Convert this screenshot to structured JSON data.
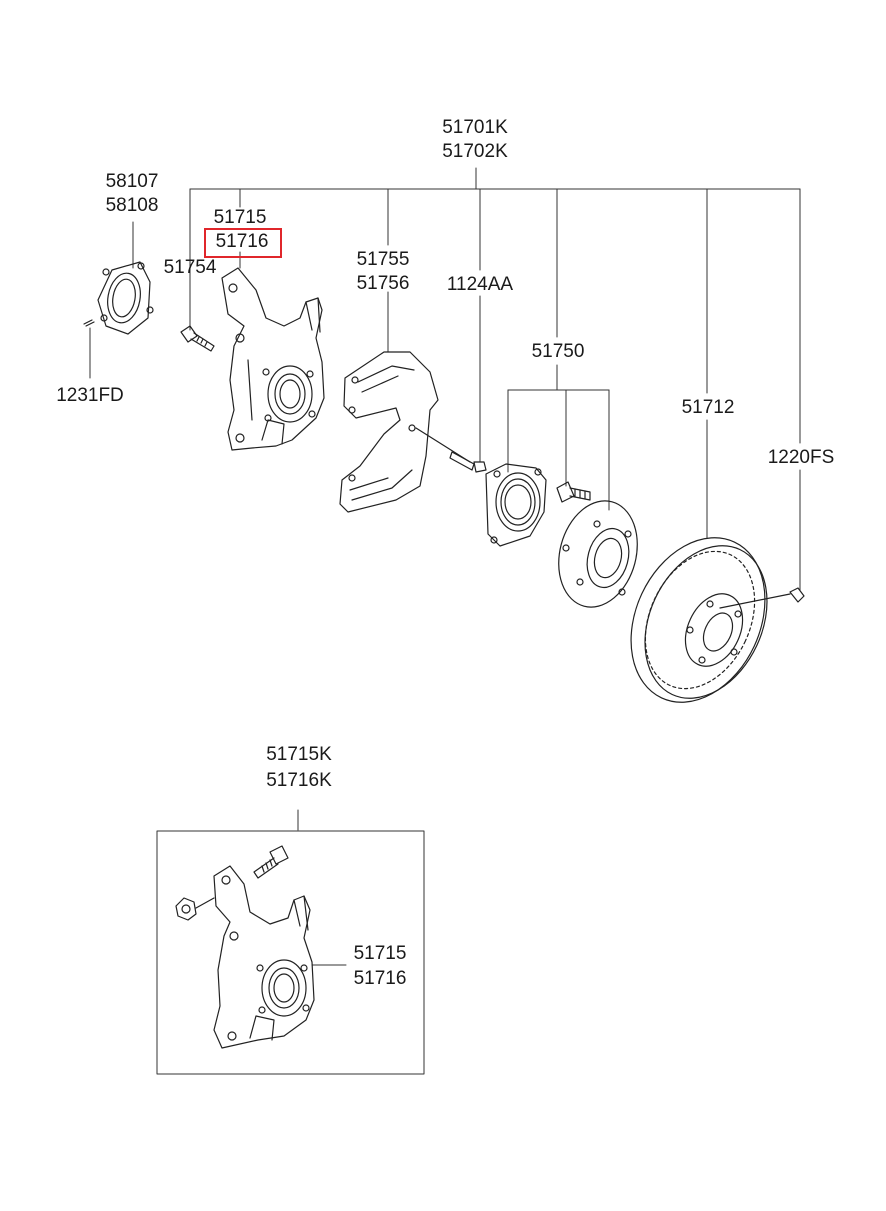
{
  "diagram": {
    "group_top": {
      "line1": "51701K",
      "line2": "51702K"
    },
    "abs_ring": {
      "line1": "58107",
      "line2": "58108"
    },
    "knuckle": {
      "line1": "51715",
      "line2": "51716"
    },
    "bolt_knuckle": "51754",
    "dust_cover": {
      "line1": "51755",
      "line2": "51756"
    },
    "bolt_cover": "1124AA",
    "hub_assy": "51750",
    "disc": "51712",
    "disc_screw": "1220FS",
    "sensor_bolt": "1231FD",
    "kit": {
      "line1": "51715K",
      "line2": "51716K",
      "inner": {
        "line1": "51715",
        "line2": "51716"
      }
    },
    "highlight_color": "#e0262b"
  }
}
